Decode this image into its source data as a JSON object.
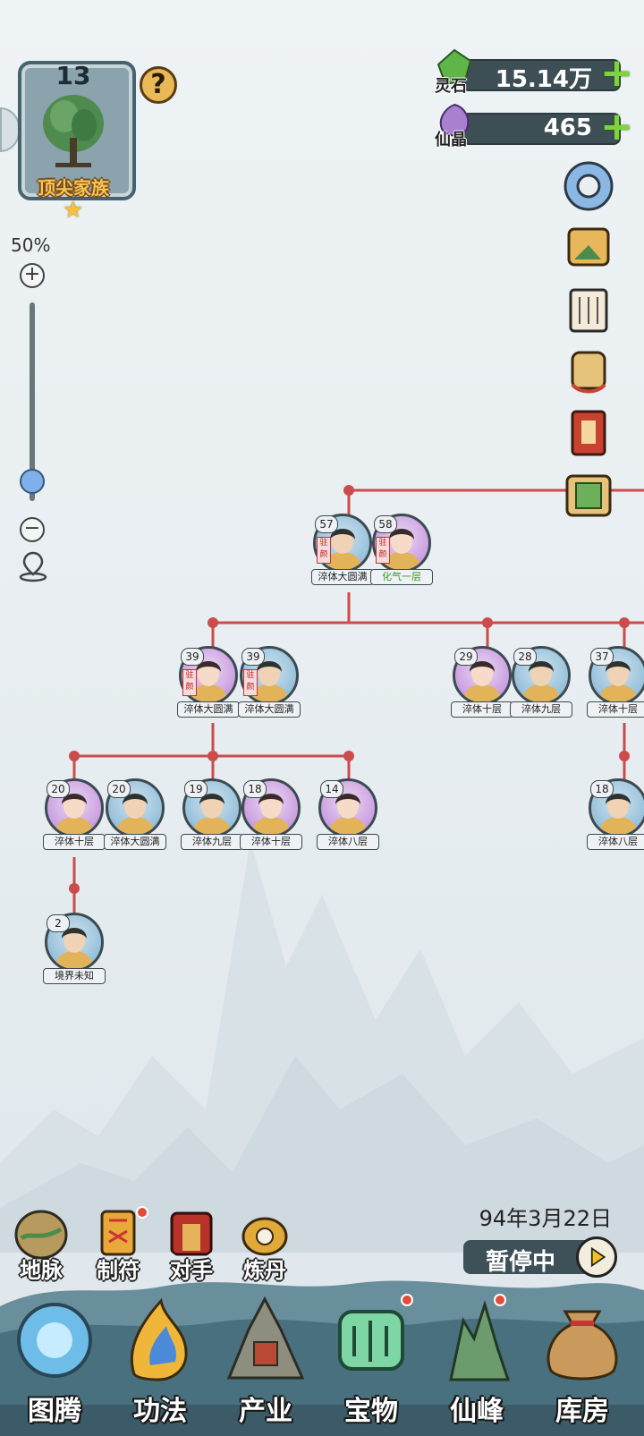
{
  "family": {
    "level": "13",
    "name": "顶尖家族",
    "help_icon": "help-icon"
  },
  "zoom": {
    "label": "50%",
    "plus": "+",
    "minus": "−",
    "level": 0.1
  },
  "currency": [
    {
      "label": "灵石",
      "value": "15.14万",
      "color": "#5fb548"
    },
    {
      "label": "仙晶",
      "value": "465",
      "color": "#a97fd0"
    }
  ],
  "right_menu": [
    "settings-gear-icon",
    "event-scroll-icon",
    "letters-icon",
    "edict-scroll-icon",
    "red-book-icon",
    "green-seal-icon"
  ],
  "tree": {
    "members": [
      {
        "id": "m57",
        "age": "57",
        "realm": "淬体大圆满",
        "gender": "male",
        "seal": "驻颜"
      },
      {
        "id": "m58",
        "age": "58",
        "realm": "化气一层",
        "gender": "female",
        "seal": "驻颜",
        "green": true
      },
      {
        "id": "m39a",
        "age": "39",
        "realm": "淬体大圆满",
        "gender": "female",
        "seal": "驻颜"
      },
      {
        "id": "m39b",
        "age": "39",
        "realm": "淬体大圆满",
        "gender": "male",
        "seal": "驻颜"
      },
      {
        "id": "m29",
        "age": "29",
        "realm": "淬体十层",
        "gender": "female"
      },
      {
        "id": "m28",
        "age": "28",
        "realm": "淬体九层",
        "gender": "male"
      },
      {
        "id": "m37",
        "age": "37",
        "realm": "淬体十层",
        "gender": "male"
      },
      {
        "id": "m20a",
        "age": "20",
        "realm": "淬体十层",
        "gender": "female"
      },
      {
        "id": "m20b",
        "age": "20",
        "realm": "淬体大圆满",
        "gender": "male"
      },
      {
        "id": "m19",
        "age": "19",
        "realm": "淬体九层",
        "gender": "male"
      },
      {
        "id": "m18a",
        "age": "18",
        "realm": "淬体十层",
        "gender": "female"
      },
      {
        "id": "m14",
        "age": "14",
        "realm": "淬体八层",
        "gender": "female"
      },
      {
        "id": "m18b",
        "age": "18",
        "realm": "淬体八层",
        "gender": "male"
      },
      {
        "id": "m2",
        "age": "2",
        "realm": "境界未知",
        "gender": "male"
      }
    ]
  },
  "date": "94年3月22日",
  "pause": {
    "label": "暂停中"
  },
  "skills": [
    {
      "label": "地脉",
      "icon": "earth-vein-icon",
      "dot": false
    },
    {
      "label": "制符",
      "icon": "talisman-icon",
      "dot": true
    },
    {
      "label": "对手",
      "icon": "rival-gate-icon",
      "dot": false
    },
    {
      "label": "炼丹",
      "icon": "alchemy-furnace-icon",
      "dot": false
    }
  ],
  "nav": [
    {
      "label": "图腾",
      "icon": "totem-orb-icon",
      "dot": false
    },
    {
      "label": "功法",
      "icon": "technique-flame-icon",
      "dot": false
    },
    {
      "label": "产业",
      "icon": "industry-house-icon",
      "dot": false
    },
    {
      "label": "宝物",
      "icon": "treasure-icon",
      "dot": true
    },
    {
      "label": "仙峰",
      "icon": "immortal-peak-icon",
      "dot": true
    },
    {
      "label": "库房",
      "icon": "storage-bag-icon",
      "dot": false
    }
  ]
}
